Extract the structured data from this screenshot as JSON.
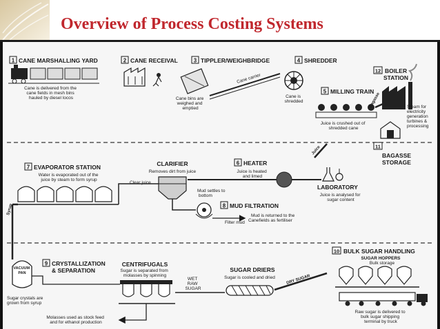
{
  "slide": {
    "title": "Overview of Process Costing Systems"
  },
  "steps": {
    "s1": {
      "num": "1",
      "label": "CANE MARSHALLING YARD",
      "desc": [
        "Cane is delivered from the",
        "cane fields in mesh bins",
        "hauled by diesel locos"
      ]
    },
    "s2": {
      "num": "2",
      "label": "CANE RECEIVAL"
    },
    "s3": {
      "num": "3",
      "label": "TIPPLER/WEIGHBRIDGE",
      "desc": [
        "Cane bins are",
        "weighed and",
        "emptied"
      ]
    },
    "s4": {
      "num": "4",
      "label": "SHREDDER",
      "desc": [
        "Cane is",
        "shredded"
      ]
    },
    "s5": {
      "num": "5",
      "label": "MILLING TRAIN",
      "desc": [
        "Juice is crushed out of",
        "shredded cane"
      ]
    },
    "s6": {
      "num": "6",
      "label": "HEATER",
      "desc": [
        "Juice is heated",
        "and limed"
      ]
    },
    "s7": {
      "num": "7",
      "label": "EVAPORATOR STATION",
      "desc": [
        "Water is evaporated out of the",
        "juice by steam to form syrup"
      ]
    },
    "s8": {
      "num": "8",
      "label": "MUD FILTRATION",
      "desc": [
        "Mud is returned to the",
        "Canefields as fertiliser"
      ]
    },
    "s9": {
      "num": "9",
      "label": "CRYSTALLIZATION",
      "label2": "& SEPARATION"
    },
    "s10": {
      "num": "10",
      "label": "BULK SUGAR HANDLING",
      "sub": "SUGAR HOPPERS",
      "desc": [
        "Bulk storage"
      ]
    },
    "s11": {
      "num": "11",
      "label": "BAGASSE",
      "label2": "STORAGE"
    },
    "s12": {
      "num": "12",
      "label": "BOILER",
      "label2": "STATION",
      "desc": [
        "Steam for",
        "electricity",
        "generation",
        "turbines &",
        "processing"
      ]
    }
  },
  "labels": {
    "cane_carrier": "Cane carrier",
    "clarifier": "CLARIFIER",
    "clarifier_desc": "Removes dirt from juice",
    "clear_juice": "Clear juice",
    "mud_settles": [
      "Mud settles to",
      "bottom"
    ],
    "filter_mud": "Filter mud",
    "laboratory": "LABORATORY",
    "laboratory_desc": [
      "Juice is analysed for",
      "sugar content"
    ],
    "juice": "Juice",
    "bagasse": "Bagasse",
    "syrup": "Syrup",
    "vacuum_pan": [
      "VACUUM",
      "PAN"
    ],
    "sugar_crystals": [
      "Sugar crystals are",
      "grown from syrup"
    ],
    "centrifugals": "CENTRIFUGALS",
    "centrifugals_desc": [
      "Sugar is separated from",
      "molasses by spinning"
    ],
    "wet_raw_sugar": [
      "WET",
      "RAW",
      "SUGAR"
    ],
    "sugar_driers": "SUGAR DRIERS",
    "sugar_driers_desc": "Sugar is cooled and dried",
    "dry_sugar": "DRY SUGAR",
    "molasses": [
      "Molasses used as stock feed",
      "and for ethanol production"
    ],
    "raw_sugar_truck": [
      "Raw sugar is delivered to",
      "bulk sugar shipping",
      "terminal by truck"
    ]
  },
  "colors": {
    "title": "#c0272d",
    "ink": "#1a1a1a"
  }
}
